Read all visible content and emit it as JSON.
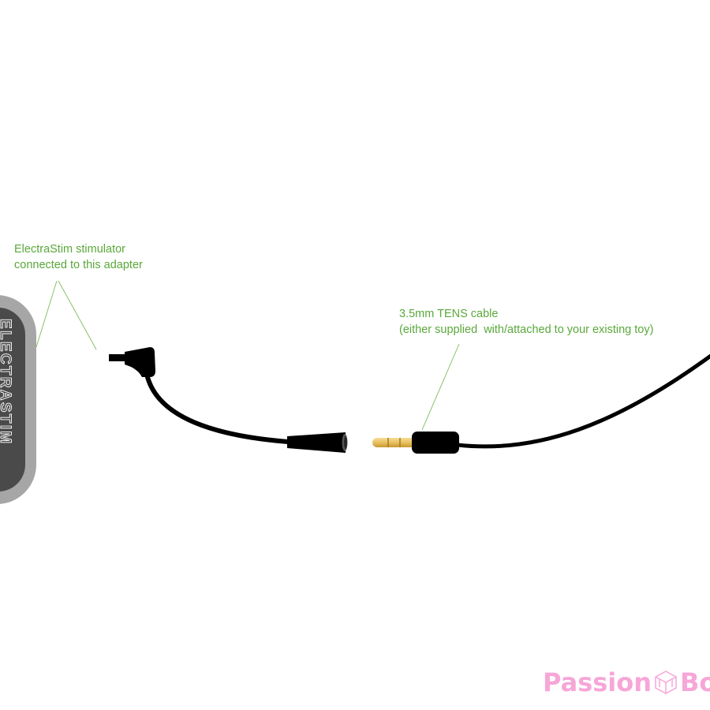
{
  "annotations": {
    "stimulator_line1": "ElectraStim stimulator",
    "stimulator_line2": "connected to this adapter",
    "cable_line1": "3.5mm TENS cable",
    "cable_line2": "(either supplied  with/attached to your existing toy)"
  },
  "device": {
    "brand_text": "ELECTRASTIM"
  },
  "logo": {
    "part1": "Passion",
    "part2": "Box"
  },
  "colors": {
    "annotation": "#5aa83a",
    "logo": "#f7a6d8",
    "gold": "#e8c060"
  }
}
